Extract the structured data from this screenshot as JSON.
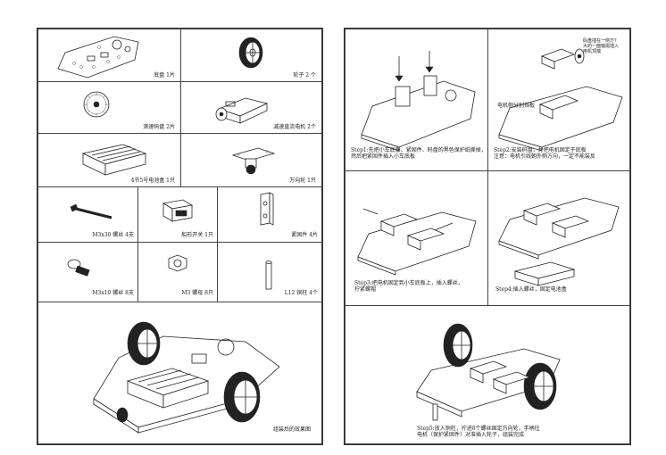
{
  "left_panel": {
    "parts": [
      {
        "label": "底盘 1片",
        "icon": "chassis-plate"
      },
      {
        "label": "轮子 2 个",
        "icon": "wheel"
      },
      {
        "label": "测速码盘 2片",
        "icon": "encoder-disc"
      },
      {
        "label": "减速直流电机 2个",
        "icon": "gear-motor"
      },
      {
        "label": "4节5号电池盒 1只",
        "icon": "battery-box"
      },
      {
        "label": "万向轮 1只",
        "icon": "caster-wheel"
      },
      {
        "label": "M3x30 螺丝 4支",
        "icon": "long-screw"
      },
      {
        "label": "船形开关 1只",
        "icon": "rocker-switch"
      },
      {
        "label": "紧固件 4片",
        "icon": "bracket"
      },
      {
        "label": "M3x10 螺丝 8支",
        "icon": "short-screw"
      },
      {
        "label": "M3 螺母 8只",
        "icon": "nut"
      },
      {
        "label": "L12 铜柱 4个",
        "icon": "standoff"
      }
    ],
    "assembled_caption": "组装后的效果图"
  },
  "right_panel": {
    "top_note_lines": [
      "码盘插在一侧方？",
      "大的一面轴需插入",
      "电机顶端"
    ],
    "motor_note": "电机侧分别挡板",
    "steps": [
      {
        "label": "Step1:",
        "lines": [
          "先把小车底板、紧固件、码盘的黑色保护纸撕掉，",
          "然后把紧固件插入小车底板"
        ]
      },
      {
        "label": "Step2:",
        "lines": [
          "安装码盘，并把电机固定于底板",
          "注意：电机引线朝外侧方向，一定不能装反"
        ]
      },
      {
        "label": "Step3:",
        "lines": [
          "把电机固定到小车底板上，插入螺丝，",
          "拧紧螺帽"
        ]
      },
      {
        "label": "Step4:",
        "lines": [
          "插入螺丝，固定电池盒"
        ]
      },
      {
        "label": "Step5:",
        "lines": [
          "放入铜柱，拧进8个螺丝固定万向轮，手柄往",
          "电机（保护紧固件）对准插入轮子，组装完成"
        ]
      }
    ]
  }
}
